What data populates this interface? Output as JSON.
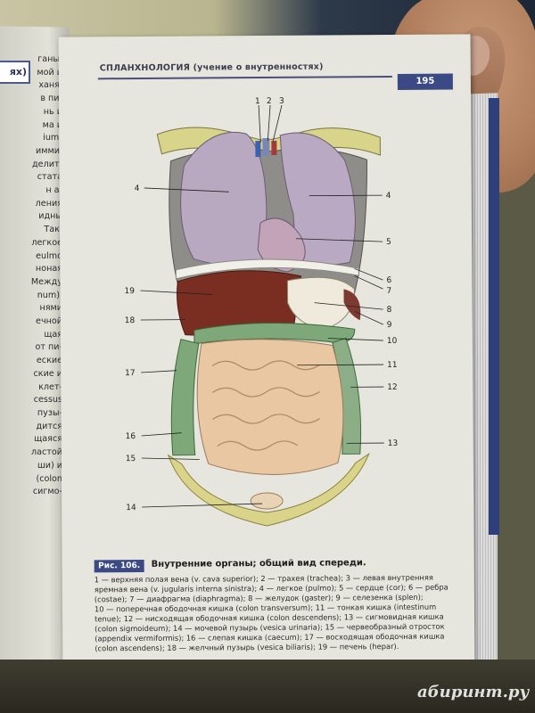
{
  "left_page": {
    "heading": "ях)",
    "lines": [
      "ганы,",
      "мой и",
      "ханя,",
      "",
      "в пи-",
      "нь и",
      "ма и",
      "ium)",
      "имми.",
      "делит-",
      "стата",
      "н а-",
      "",
      "ления",
      "идны",
      "Так,",
      "легкое",
      "eulmo",
      "ноная",
      "Между",
      "num).",
      "нями",
      "ечной",
      "щая",
      "от пи-",
      "еские",
      "ские и",
      "клет-",
      "cessus",
      "",
      "пузы-",
      "дится",
      "щаяся",
      "ластой",
      "ши) и",
      "(colon",
      "сигмо-"
    ]
  },
  "header": {
    "title": "СПЛАНХНОЛОГИЯ (учение о внутренностях)",
    "page_number": "195"
  },
  "figure": {
    "callouts": [
      "1",
      "2",
      "3",
      "4",
      "4",
      "5",
      "6",
      "7",
      "8",
      "9",
      "10",
      "11",
      "12",
      "13",
      "14",
      "15",
      "16",
      "17",
      "18",
      "19"
    ]
  },
  "caption": {
    "label": "Рис. 106.",
    "title": "Внутренние органы; общий вид спереди.",
    "lines": [
      "1 — верхняя полая вена (v. cava superior); 2 — трахея (trachea); 3 — левая внутренняя",
      "яремная вена (v. jugularis interna sinistra); 4 — легкое (pulmo); 5 — сердце (cor); 6 — ребра",
      "(costae); 7 — диафрагма (diaphragma); 8 — желудок (gaster); 9 — селезенка (splen);",
      "10 — поперечная ободочная кишка (colon transversum); 11 — тонкая кишка (intestinum",
      "tenue); 12 — нисходящая ободочная кишка (colon descendens); 13 — сигмовидная кишка",
      "(colon sigmoideum); 14 — мочевой пузырь (vesica urinaria); 15 — червеобразный отросток",
      "(appendix vermiformis); 16 — слепая кишка (caecum); 17 — восходящая ободочная кишка",
      "(colon ascendens); 18 — желчный пузырь (vesica biliaris); 19 — печень (hepar)."
    ]
  },
  "watermark": "абиринт.ру",
  "colors": {
    "accent": "#3b4a85",
    "lung": "#b9a7bf",
    "liver": "#7a2e22",
    "colon": "#7fa87a",
    "intestine": "#e8c7a2"
  }
}
